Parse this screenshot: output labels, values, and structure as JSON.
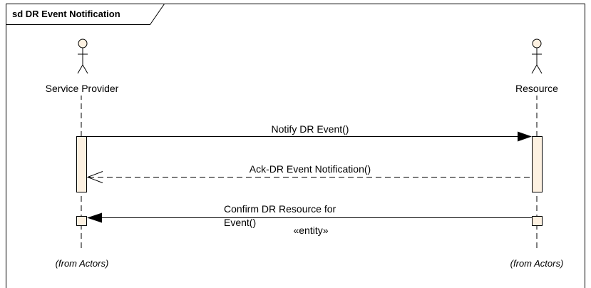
{
  "frame": {
    "title": "sd DR Event Notification"
  },
  "lifelines": [
    {
      "name": "Service Provider",
      "note": "(from Actors)"
    },
    {
      "name": "Resource",
      "note": "(from Actors)"
    }
  ],
  "messages": [
    {
      "label": "Notify DR Event()",
      "kind": "synchronous"
    },
    {
      "label": "Ack-DR Event Notification()",
      "kind": "return"
    },
    {
      "label_line1": "Confirm DR Resource for",
      "label_line2": "Event()",
      "stereotype": "«entity»",
      "kind": "synchronous"
    }
  ],
  "colors": {
    "activation_fill": "#fdf1e1",
    "actor_head_fill": "#fdf1e1",
    "line": "#000000"
  }
}
